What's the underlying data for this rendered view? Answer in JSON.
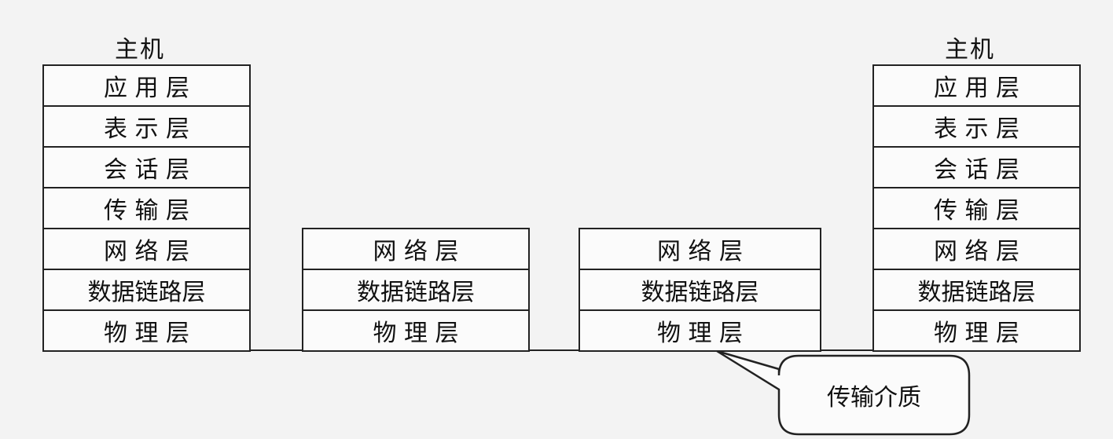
{
  "hosts": {
    "left_title": "主机",
    "right_title": "主机"
  },
  "stacks": {
    "left": [
      "应 用 层",
      "表 示 层",
      "会 话 层",
      "传 输 层",
      "网 络 层",
      "数据链路层",
      "物 理 层"
    ],
    "middle1": [
      "网 络 层",
      "数据链路层",
      "物 理 层"
    ],
    "middle2": [
      "网 络 层",
      "数据链路层",
      "物 理 层"
    ],
    "right": [
      "应 用 层",
      "表 示 层",
      "会 话 层",
      "传 输 层",
      "网 络 层",
      "数据链路层",
      "物 理 层"
    ]
  },
  "callout": {
    "label": "传输介质"
  }
}
